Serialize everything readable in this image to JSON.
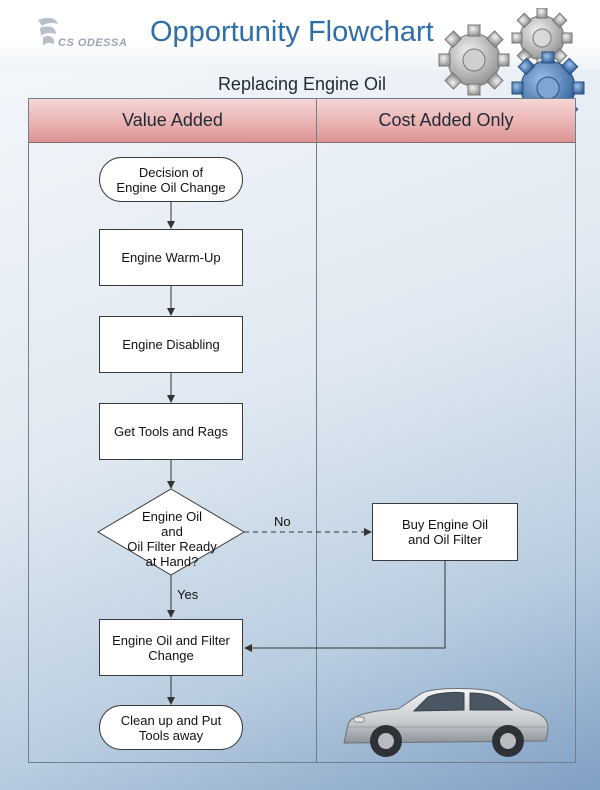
{
  "header": {
    "logo_text": "CS ODESSA",
    "title": "Opportunity Flowchart",
    "subtitle": "Replacing Engine Oil"
  },
  "lanes": [
    {
      "label": "Value Added"
    },
    {
      "label": "Cost Added Only"
    }
  ],
  "nodes": {
    "start": "Decision of\nEngine Oil Change",
    "warmup": "Engine Warm-Up",
    "disabling": "Engine Disabling",
    "tools": "Get Tools and Rags",
    "decision": "Engine Oil\nand\nOil Filter Ready\nat Hand?",
    "buy": "Buy Engine Oil\nand Oil Filter",
    "change": "Engine Oil and Filter\nChange",
    "end": "Clean up and Put\nTools away"
  },
  "edges": {
    "no_label": "No",
    "yes_label": "Yes"
  },
  "colors": {
    "title": "#2f6ea7",
    "lane_header": "#ebb3b3",
    "gear_blue": "#4d7fb5",
    "gear_gray": "#a8a8a8"
  },
  "icons": {
    "logo": "cs-odessa-logo-icon",
    "gears": "gears-icon",
    "car": "car-icon"
  }
}
